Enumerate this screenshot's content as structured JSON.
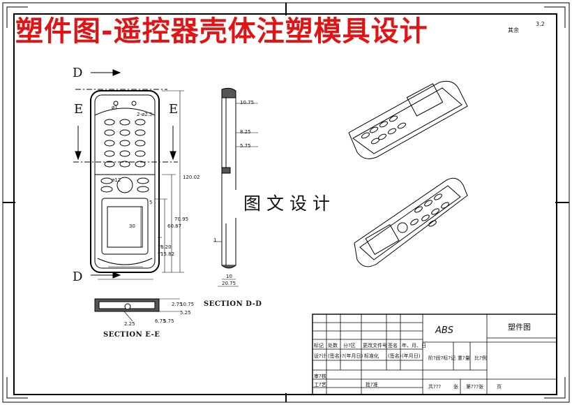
{
  "title": "塑件图-遥控器壳体注塑模具设计",
  "watermark": "图文设计",
  "roughness": {
    "prefix": "其余",
    "value": "3.2"
  },
  "views": {
    "section_d_label": "D",
    "section_e_label": "E",
    "section_dd": "SECTION D-D",
    "section_ee": "SECTION E-E"
  },
  "dimensions": {
    "front": [
      "ø1",
      "2-ø2.5",
      "120.02",
      "70.95",
      "60.87",
      "30",
      "15.82",
      "8.20",
      "5",
      "ø12"
    ],
    "side": [
      "10.75",
      "8.25",
      "5.75",
      "1",
      "10",
      "20.75"
    ],
    "section": [
      "2.25",
      "6.75",
      "5.75",
      "2.75",
      "10.75",
      "5.25"
    ]
  },
  "title_block": {
    "material": "ABS",
    "part_name": "塑件图",
    "row_headers": [
      "标记",
      "处数",
      "分?区",
      "更改文件号",
      "签名",
      "年、月、日"
    ],
    "row_design": [
      "设?计",
      "(签名)",
      "?(年月日)",
      "标准化",
      "(签名)",
      "(年月日)"
    ],
    "stage_labels": [
      "阶?段?标?记",
      "重?量",
      "比?例"
    ],
    "row_review": "审?核",
    "row_process": "工?艺",
    "approve": "批?准",
    "sheet_total": "共???",
    "sheet_label": "张",
    "sheet_no": "第???张",
    "sheet_unit": "页"
  }
}
